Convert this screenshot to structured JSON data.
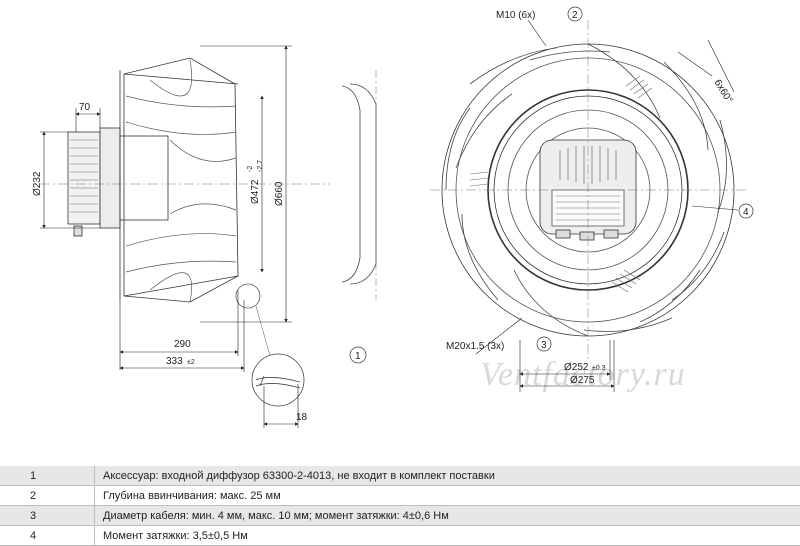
{
  "dimensions": {
    "d_232": "Ø232",
    "w_70": "70",
    "d_472": "Ø472",
    "d_472_tol_upper": "-2",
    "d_472_tol_lower": "-2.7",
    "d_660": "Ø660",
    "w_290": "290",
    "w_333": "333",
    "w_333_tol": "±2",
    "w_18": "18",
    "m10": "M10 (6x)",
    "angle": "6x60°",
    "m20": "M20x1.5 (3x)",
    "d_252": "Ø252",
    "d_252_tol": "±0.3",
    "d_275": "Ø275"
  },
  "callouts": {
    "c1": "1",
    "c2": "2",
    "c3": "3",
    "c4": "4"
  },
  "watermark": "Ventfactory.ru",
  "legend": [
    {
      "num": "1",
      "text": "Аксессуар: входной диффузор 63300-2-4013, не входит в комплект поставки"
    },
    {
      "num": "2",
      "text": "Глубина ввинчивания: макс. 25 мм"
    },
    {
      "num": "3",
      "text": "Диаметр кабеля: мин. 4 мм, макс. 10 мм; момент затяжки: 4±0,6 Нм"
    },
    {
      "num": "4",
      "text": "Момент затяжки: 3,5±0,5 Нм"
    }
  ]
}
